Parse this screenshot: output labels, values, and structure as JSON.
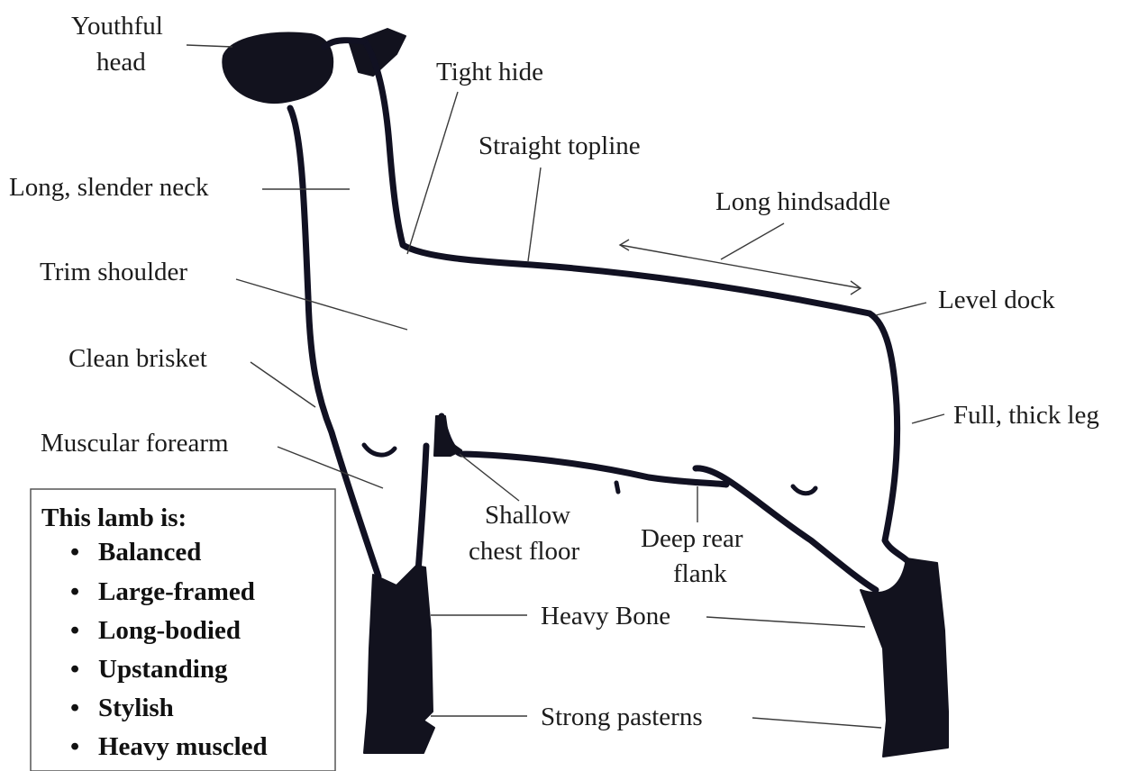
{
  "labels": {
    "youthful_head_1": "Youthful",
    "youthful_head_2": "head",
    "tight_hide": "Tight hide",
    "straight_topline": "Straight topline",
    "long_slender_neck": "Long, slender neck",
    "long_hindsaddle": "Long hindsaddle",
    "trim_shoulder": "Trim shoulder",
    "level_dock": "Level dock",
    "clean_brisket": "Clean brisket",
    "full_thick_leg": "Full, thick leg",
    "muscular_forearm": "Muscular forearm",
    "shallow_chest_floor_1": "Shallow",
    "shallow_chest_floor_2": "chest floor",
    "deep_rear_flank_1": "Deep rear",
    "deep_rear_flank_2": "flank",
    "heavy_bone": "Heavy Bone",
    "strong_pasterns": "Strong pasterns"
  },
  "summary_box": {
    "title": "This lamb is:",
    "items": [
      "Balanced",
      "Large-framed",
      "Long-bodied",
      "Upstanding",
      "Stylish",
      "Heavy muscled"
    ],
    "bullet": "•"
  }
}
